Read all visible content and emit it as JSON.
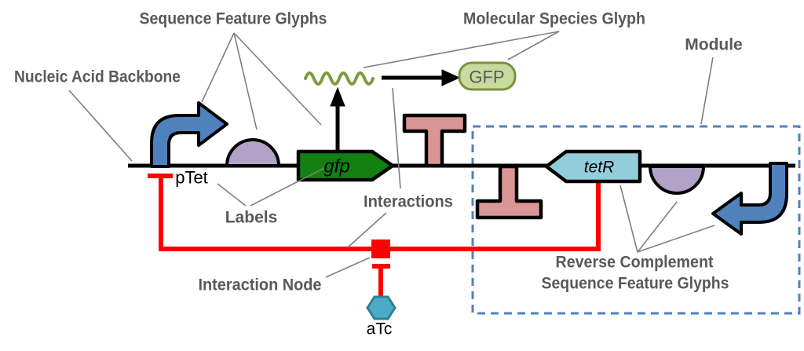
{
  "figure": {
    "annotations": {
      "sequence_feature_glyphs": "Sequence Feature Glyphs",
      "molecular_species_glyph": "Molecular Species Glyph",
      "module": "Module",
      "nucleic_acid_backbone": "Nucleic Acid Backbone",
      "labels": "Labels",
      "interactions": "Interactions",
      "interaction_node": "Interaction Node",
      "reverse_complement_line1": "Reverse Complement",
      "reverse_complement_line2": "Sequence Feature Glyphs"
    },
    "glyph_labels": {
      "promoter": "pTet",
      "cds": "gfp",
      "reverse_cds": "tetR",
      "molecular_species": "GFP",
      "small_molecule": "aTc"
    },
    "colors": {
      "promoter_blue": "#4F81BD",
      "rbs_purple": "#B3A2C7",
      "cds_green": "#128112",
      "terminator_pink": "#D99694",
      "reverse_cds_blue": "#92CDDC",
      "species_fill": "#C9DA9E",
      "species_stroke": "#77923D",
      "rna_olive": "#7C9C3E",
      "small_molecule_teal": "#4BACC6",
      "small_molecule_stroke": "#2E7F96",
      "inhibition_red": "#FF0000",
      "module_border_blue": "#4F81BD",
      "annotation_gray": "#595959",
      "leader_gray": "#7F7F7F",
      "backbone_black": "#000000"
    }
  }
}
